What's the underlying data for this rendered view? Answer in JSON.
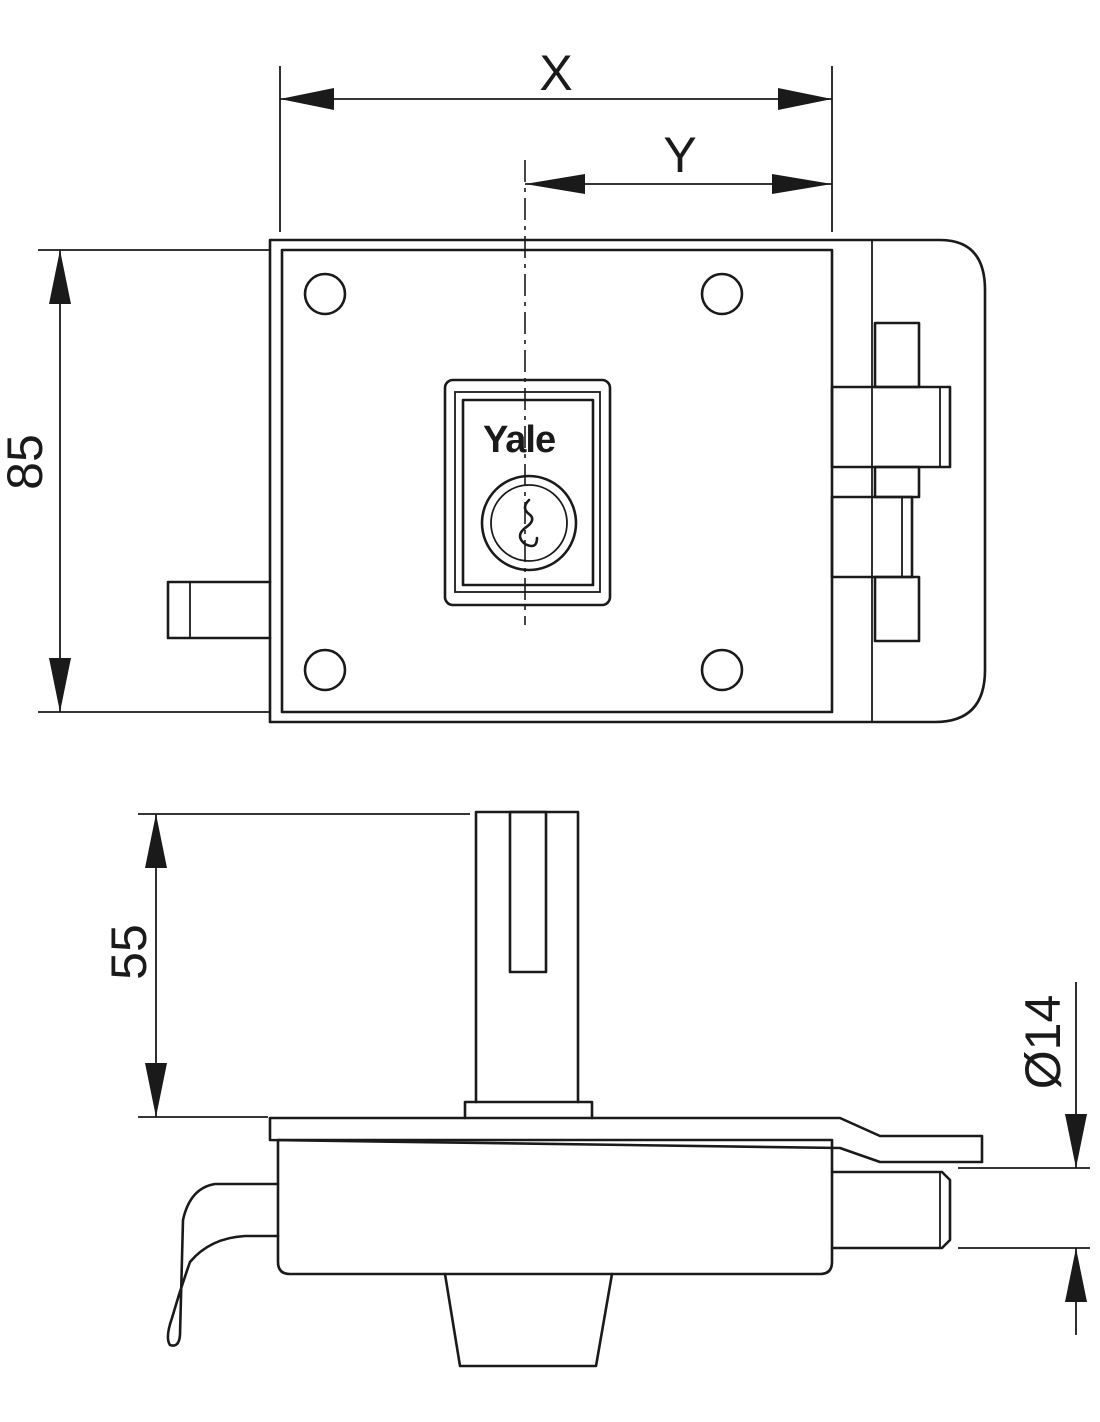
{
  "dimensions": {
    "x_label": "X",
    "y_label": "Y",
    "height_front": "85",
    "height_side": "55",
    "diameter": "Ø14"
  },
  "brand": "Yale"
}
